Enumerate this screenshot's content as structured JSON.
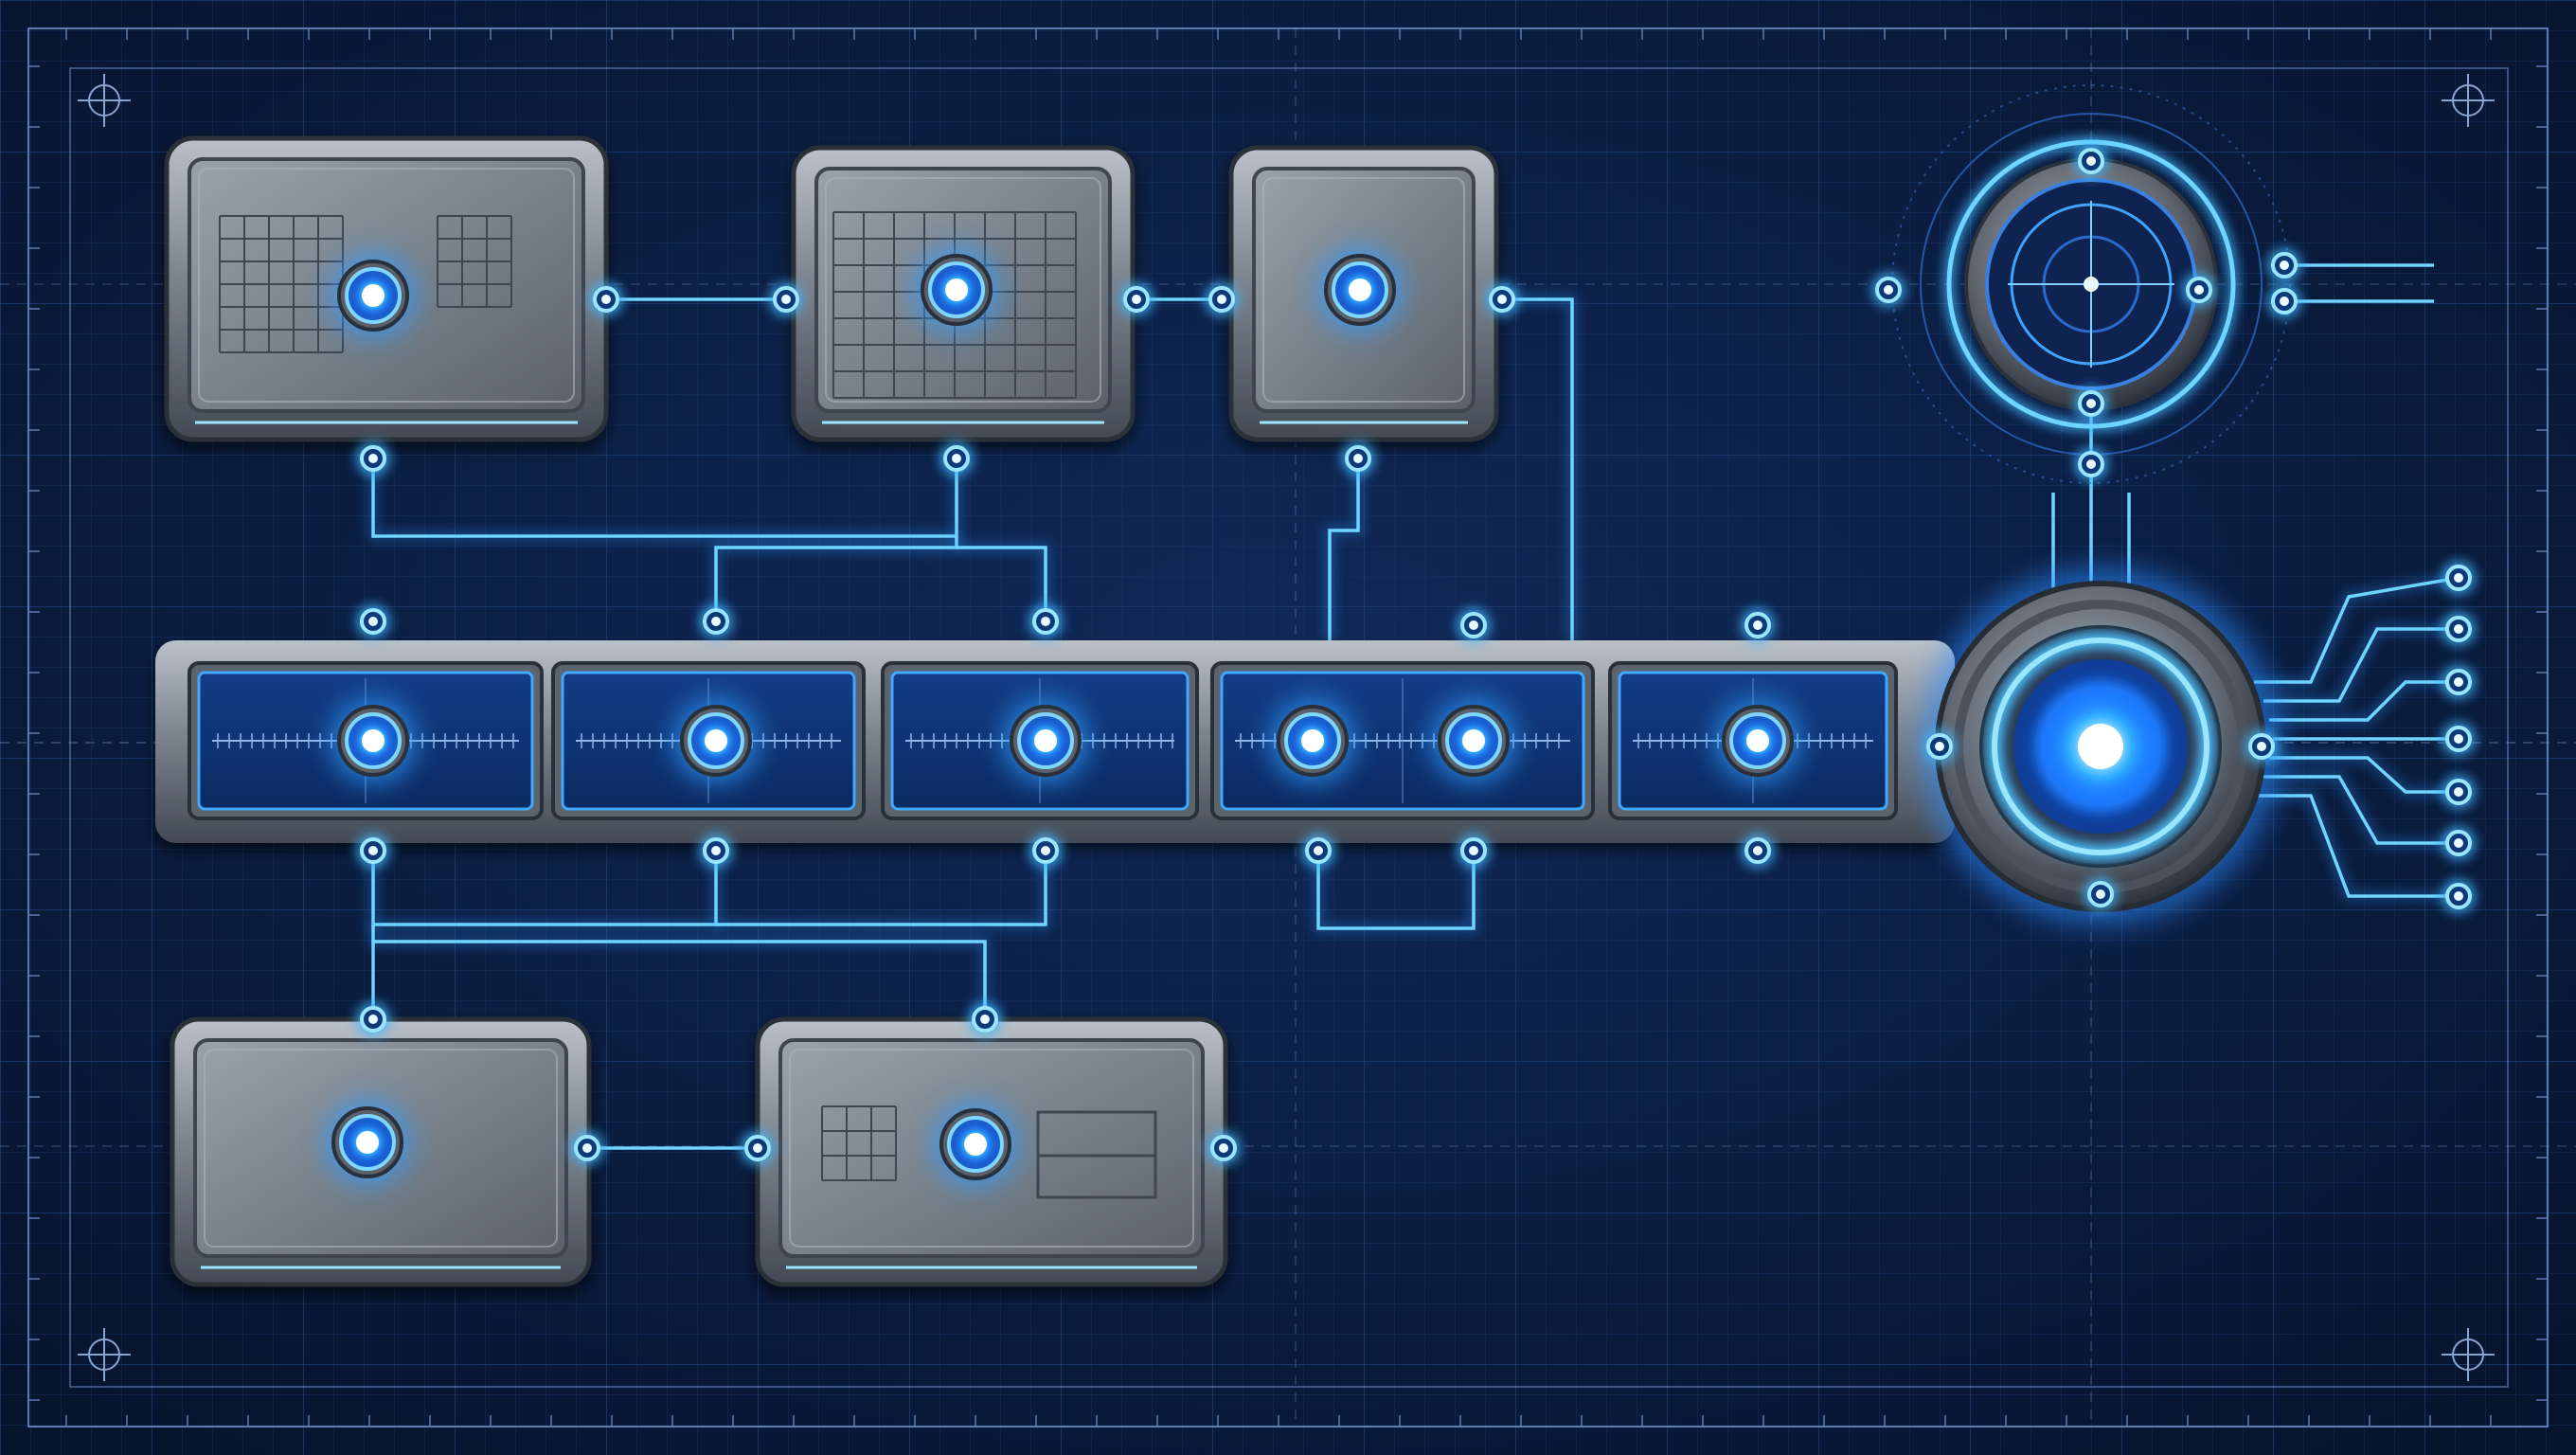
{
  "colors": {
    "background": "#0b1c3f",
    "grid_minor": "#15305e",
    "grid_major": "#1f3f74",
    "frame": "#5d7ab0",
    "glow": "#3fb6ff",
    "glow_core": "#e9fbff",
    "wire": "#5cc8ff",
    "metal_light": "#a9b0b9",
    "metal_mid": "#727a85",
    "metal_dark": "#3b424c",
    "screen": "#0f3478"
  },
  "icons": {
    "registration_mark": "crosshair-icon",
    "port": "node-port-icon",
    "core": "glowing-core-icon",
    "target": "target-reticle-icon"
  },
  "diagram": {
    "top_modules": [
      "module-large-grid",
      "module-medium-grid",
      "module-small"
    ],
    "pipeline_segments": 5,
    "bottom_modules": [
      "module-bottom-left",
      "module-bottom-right"
    ],
    "hub": "central-hub",
    "sensor": "circular-sensor",
    "output_leads": 7
  }
}
